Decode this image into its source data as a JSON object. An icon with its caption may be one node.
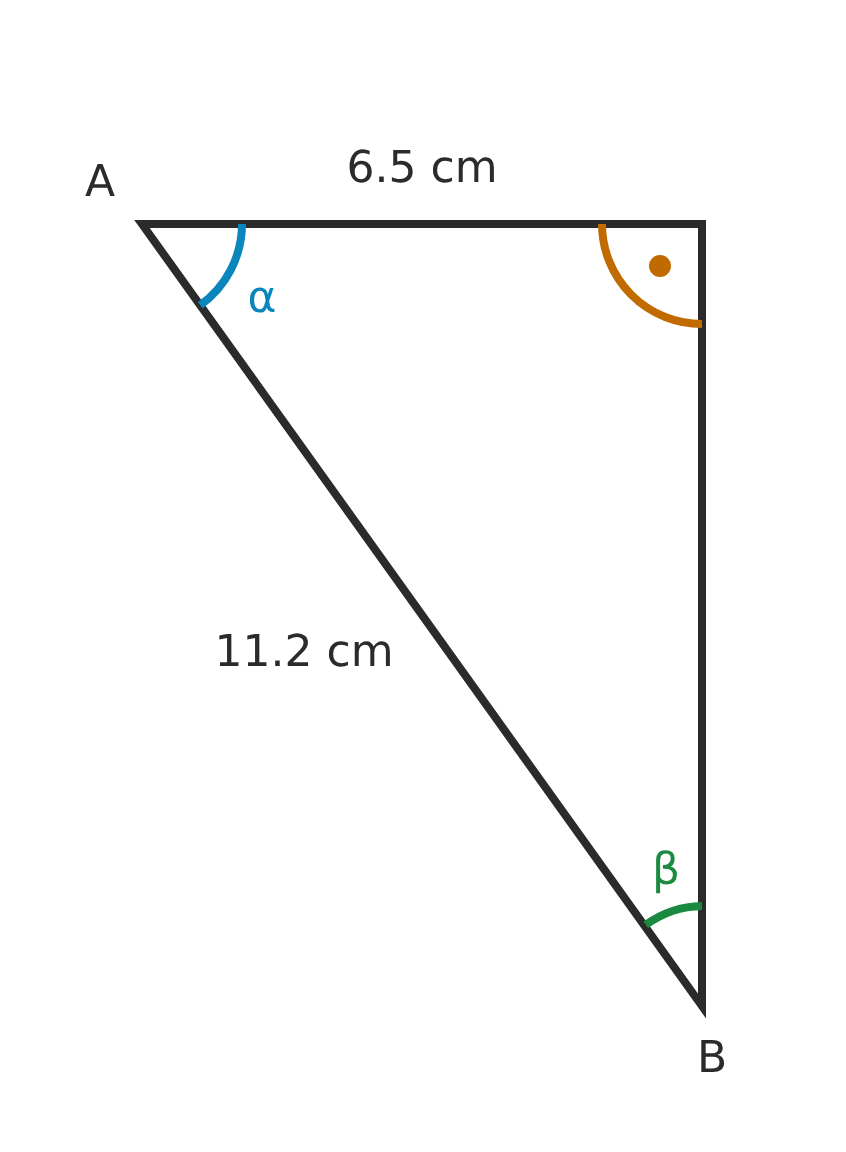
{
  "diagram": {
    "labels": [
      "A",
      "6.5 cm",
      "α",
      "11.2 cm",
      "β",
      "B"
    ]
  }
}
